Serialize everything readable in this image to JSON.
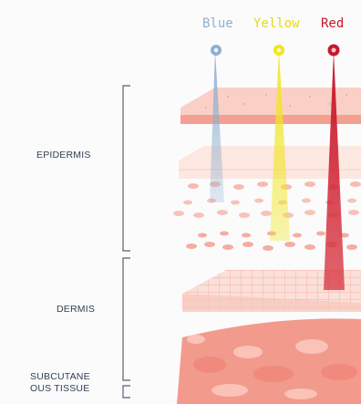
{
  "labels": {
    "epidermis": "EPIDERMIS",
    "dermis": "DERMIS",
    "subcutaneous_line1": "SUBCUTANE",
    "subcutaneous_line2": "OUS TISSUE"
  },
  "beams": [
    {
      "name": "Blue",
      "color": "#8fb0cf"
    },
    {
      "name": "Yellow",
      "color": "#f1e61e"
    },
    {
      "name": "Red",
      "color": "#c8182b"
    }
  ],
  "colors": {
    "skin_light": "#f9d3ca",
    "skin_mid": "#f4a698",
    "skin_dark": "#ee8578",
    "bracket": "#56606e"
  }
}
